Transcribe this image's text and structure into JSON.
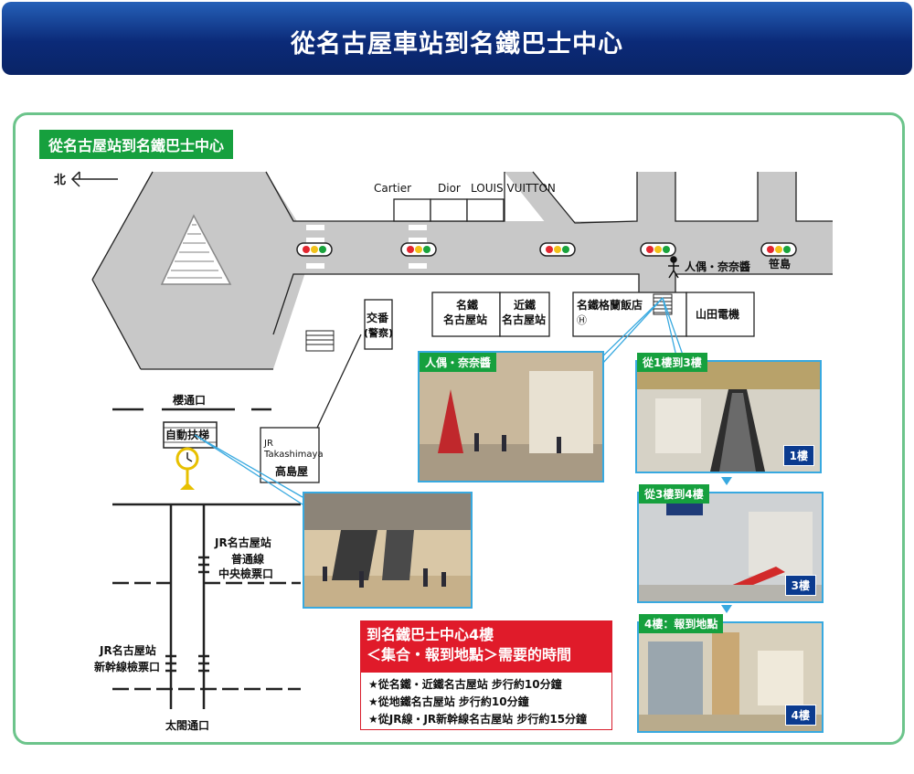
{
  "header": {
    "title": "從名古屋車站到名鐵巴士中心"
  },
  "map": {
    "title": "從名古屋站到名鐵巴士中心",
    "north": "北",
    "shops": {
      "cartier": "Cartier",
      "dior": "Dior",
      "lv": "LOUIS VUITTON"
    },
    "landmark_doll": "人偶・奈奈醬",
    "sasashima": "笹島",
    "meitetsu_station": [
      "名鐵",
      "名古屋站"
    ],
    "kintetsu_station": [
      "近鐵",
      "名古屋站"
    ],
    "grand_hotel": "名鐵格蘭飯店",
    "hotel_mark": "Ⓗ",
    "yamada": "山田電機",
    "police": [
      "交番",
      "(警察)"
    ],
    "sakura_exit": "櫻通口",
    "escalator": "自動扶梯",
    "takashimaya": [
      "JR",
      "Takashimaya",
      "高島屋"
    ],
    "jr_conventional": [
      "JR名古屋站",
      "普通線",
      "中央檢票口"
    ],
    "jr_shinkansen": [
      "JR名古屋站",
      "新幹線檢票口"
    ],
    "taiko_exit": "太閤通口",
    "colors": {
      "road": "#c8c8c8",
      "accent_green": "#16a03e",
      "photo_border": "#38a9e0",
      "red": "#e01b2a",
      "navy": "#0b2a78"
    }
  },
  "photos": {
    "doll": {
      "tag": "人偶・奈奈醬"
    },
    "f1_3": {
      "tag": "從1樓到3樓",
      "floor": "1樓"
    },
    "f3_4": {
      "tag": "從3樓到4樓",
      "floor": "3樓"
    },
    "f4": {
      "tag": "4樓：報到地點",
      "floor": "4樓"
    }
  },
  "info": {
    "title_line1": "到名鐵巴士中心4樓",
    "title_line2": "＜集合・報到地點＞需要的時間",
    "items": [
      "★從名鐵・近鐵名古屋站 步行約10分鐘",
      "★從地鐵名古屋站 步行約10分鐘",
      "★從JR線・JR新幹線名古屋站 步行約15分鐘"
    ]
  }
}
